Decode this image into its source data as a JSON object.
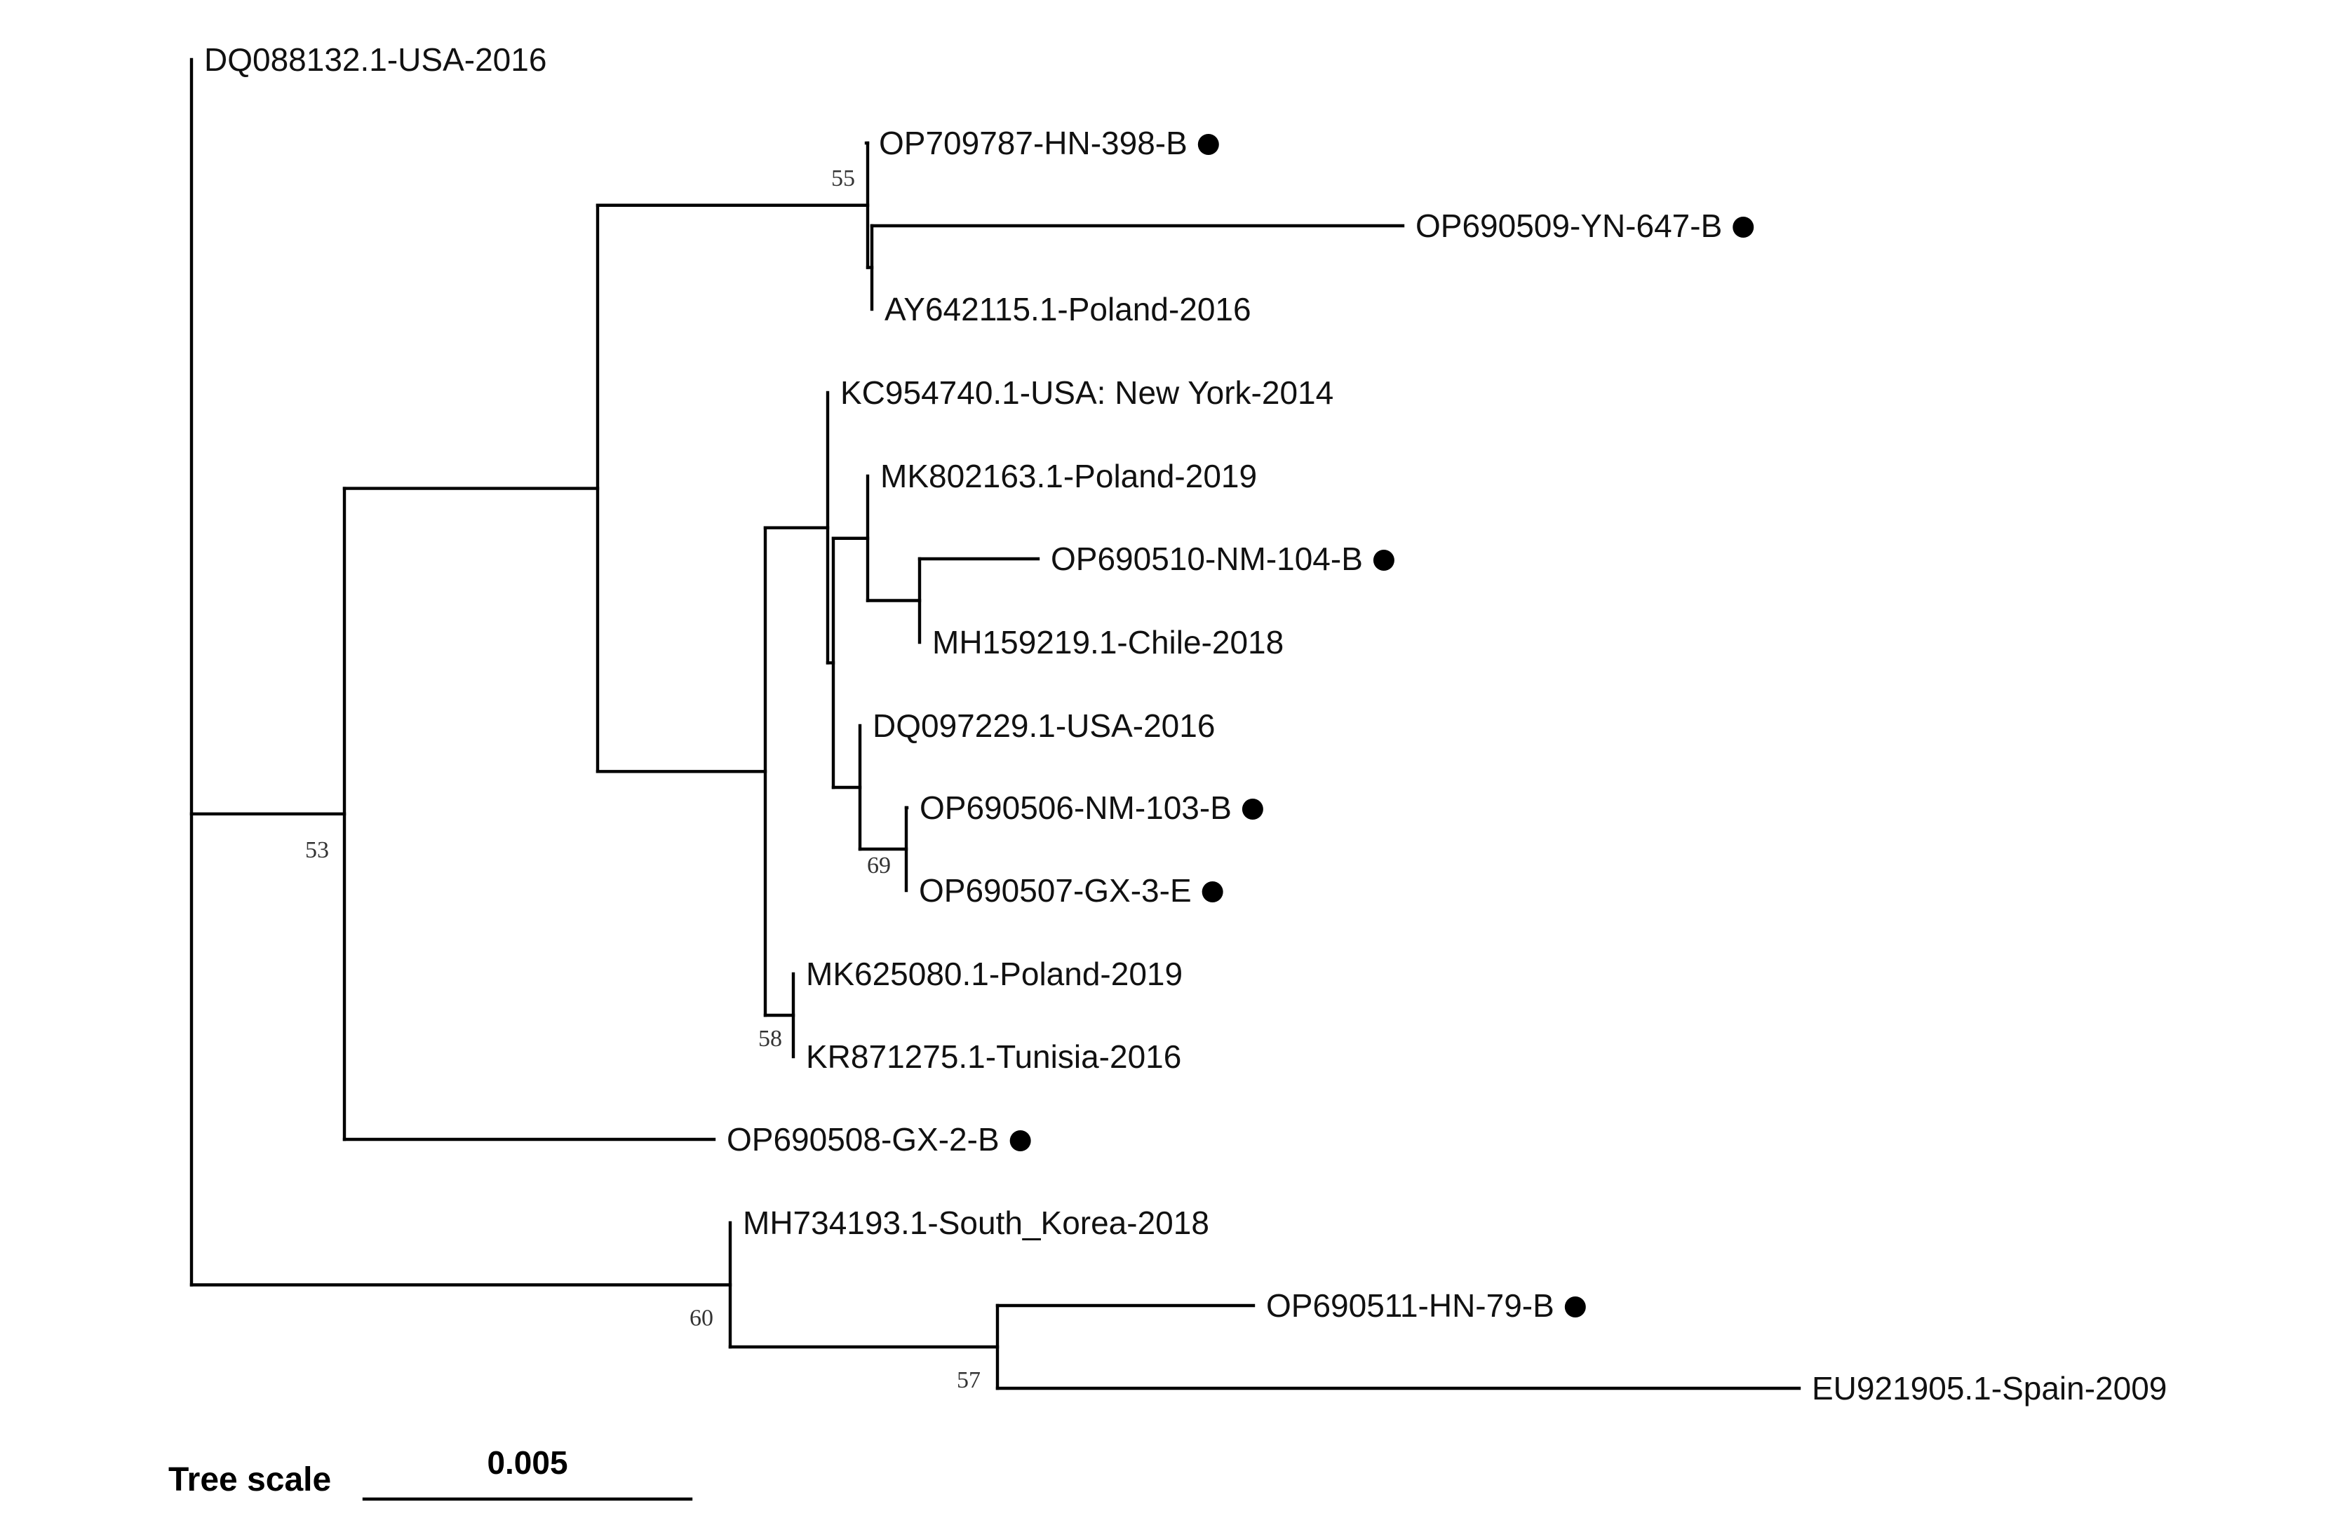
{
  "tree": {
    "leaves": [
      {
        "id": "L1",
        "label": "DQ088132.1-USA-2016",
        "marker": false
      },
      {
        "id": "L2",
        "label": "OP709787-HN-398-B",
        "marker": true
      },
      {
        "id": "L3",
        "label": "OP690509-YN-647-B",
        "marker": true
      },
      {
        "id": "L4",
        "label": "AY642115.1-Poland-2016",
        "marker": false
      },
      {
        "id": "L5",
        "label": "KC954740.1-USA: New York-2014",
        "marker": false
      },
      {
        "id": "L6",
        "label": "MK802163.1-Poland-2019",
        "marker": false
      },
      {
        "id": "L7",
        "label": "OP690510-NM-104-B",
        "marker": true
      },
      {
        "id": "L8",
        "label": "MH159219.1-Chile-2018",
        "marker": false
      },
      {
        "id": "L9",
        "label": "DQ097229.1-USA-2016",
        "marker": false
      },
      {
        "id": "L10",
        "label": "OP690506-NM-103-B",
        "marker": true
      },
      {
        "id": "L11",
        "label": "OP690507-GX-3-E",
        "marker": true
      },
      {
        "id": "L12",
        "label": "MK625080.1-Poland-2019",
        "marker": false
      },
      {
        "id": "L13",
        "label": "KR871275.1-Tunisia-2016",
        "marker": false
      },
      {
        "id": "L14",
        "label": "OP690508-GX-2-B",
        "marker": true
      },
      {
        "id": "L15",
        "label": "MH734193.1-South_Korea-2018",
        "marker": false
      },
      {
        "id": "L16",
        "label": "OP690511-HN-79-B",
        "marker": true
      },
      {
        "id": "L17",
        "label": "EU921905.1-Spain-2009",
        "marker": false
      }
    ],
    "support_values": [
      {
        "node": "N_HN398",
        "value": "55"
      },
      {
        "node": "N_GX",
        "value": "53"
      },
      {
        "node": "N_GX3",
        "value": "69"
      },
      {
        "node": "N_MK625",
        "value": "58"
      },
      {
        "node": "N_KOREA",
        "value": "60"
      },
      {
        "node": "N_SPAIN",
        "value": "57"
      }
    ],
    "scale": {
      "title": "Tree scale",
      "value": "0.005"
    },
    "colors": {
      "branch": "#000000",
      "marker": "#000000"
    }
  }
}
